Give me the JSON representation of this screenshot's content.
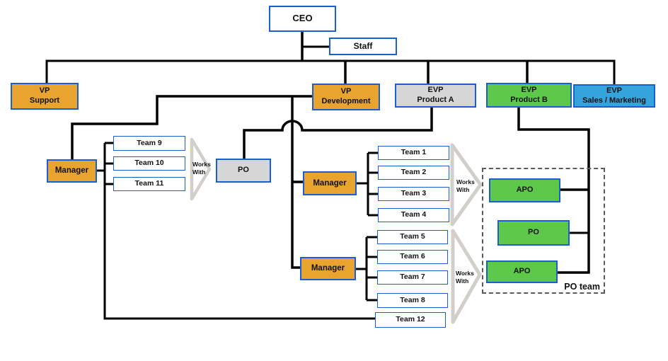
{
  "diagram": {
    "type": "org-chart",
    "nodes": {
      "ceo": {
        "label": "CEO"
      },
      "staff": {
        "label": "Staff"
      },
      "vp_support": {
        "line1": "VP",
        "line2": "Support"
      },
      "vp_development": {
        "line1": "VP",
        "line2": "Development"
      },
      "evp_product_a": {
        "line1": "EVP",
        "line2": "Product A"
      },
      "evp_product_b": {
        "line1": "EVP",
        "line2": "Product B"
      },
      "evp_sales_marketing": {
        "line1": "EVP",
        "line2": "Sales / Marketing"
      },
      "manager_left": {
        "label": "Manager"
      },
      "manager_mid": {
        "label": "Manager"
      },
      "manager_low": {
        "label": "Manager"
      },
      "po_left": {
        "label": "PO"
      },
      "apo_top": {
        "label": "APO"
      },
      "po_right": {
        "label": "PO"
      },
      "apo_bottom": {
        "label": "APO"
      },
      "po_team_group": {
        "label": "PO team"
      }
    },
    "teams": [
      "Team 1",
      "Team 2",
      "Team 3",
      "Team 4",
      "Team 5",
      "Team 6",
      "Team 7",
      "Team 8",
      "Team 9",
      "Team 10",
      "Team 11",
      "Team 12"
    ],
    "works_with": {
      "line1": "Works",
      "line2": "With"
    },
    "colors": {
      "orange": "#E8A42F",
      "gray": "#D6D6D6",
      "green": "#5DC849",
      "blue": "#35A3DC",
      "box_border": "#1A5FD0",
      "line": "#000000",
      "triangle": "#D2CFCA",
      "dashed_border": "#5A5A5A"
    }
  }
}
